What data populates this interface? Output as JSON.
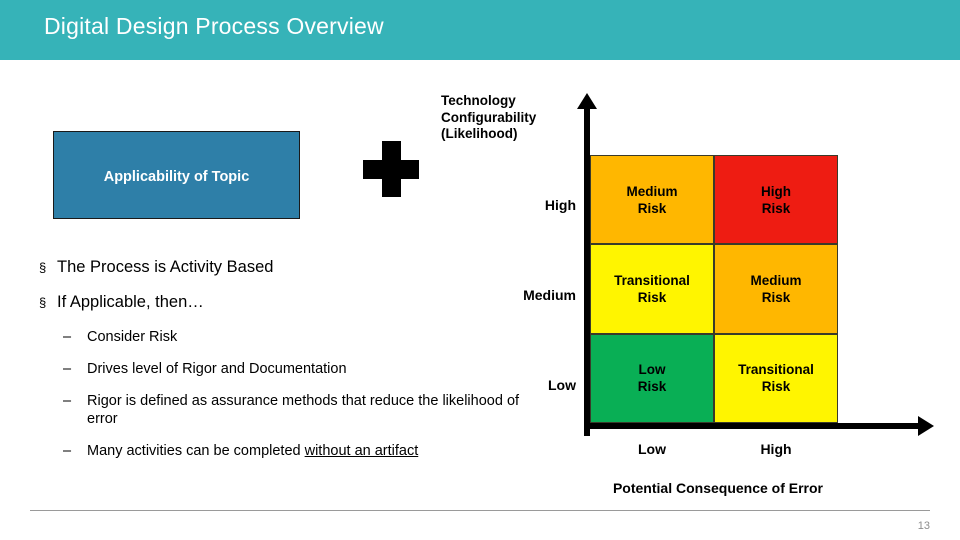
{
  "header": {
    "title": "Digital Design Process Overview",
    "background_color": "#36b3b8",
    "title_color": "#ffffff"
  },
  "left_panel": {
    "callout_box": {
      "label": "Applicability of Topic",
      "fill_color": "#2e7fa8",
      "border_color": "#1a1a1a",
      "text_color": "#ffffff"
    },
    "plus_icon_name": "plus-icon",
    "bullets": [
      {
        "level": 1,
        "marker": "§",
        "text": "The Process is Activity Based"
      },
      {
        "level": 1,
        "marker": "§",
        "text": "If Applicable, then…"
      },
      {
        "level": 2,
        "marker": "–",
        "text": "Consider Risk"
      },
      {
        "level": 2,
        "marker": "–",
        "text": "Drives level of Rigor and Documentation"
      },
      {
        "level": 2,
        "marker": "–",
        "text": "Rigor is defined as assurance methods that reduce the likelihood of error"
      },
      {
        "level": 2,
        "marker": "–",
        "text_before": "Many activities can be completed ",
        "text_underlined": "without an artifact"
      }
    ]
  },
  "chart_data": {
    "type": "heatmap",
    "title": "",
    "xlabel": "Potential Consequence of Error",
    "ylabel": "Technology Configurability (Likelihood)",
    "ylabel_lines": [
      "Technology",
      "Configurability",
      "(Likelihood)"
    ],
    "x_tick_labels": [
      "Low",
      "High"
    ],
    "y_tick_labels": [
      "High",
      "Medium",
      "Low"
    ],
    "grid": true,
    "legend": "none",
    "axis_color": "#000000",
    "cells": [
      {
        "row": "High",
        "col": "Low",
        "label_line1": "Medium",
        "label_line2": "Risk",
        "color": "#ffb700",
        "severity": 3
      },
      {
        "row": "High",
        "col": "High",
        "label_line1": "High",
        "label_line2": "Risk",
        "color": "#ee1c12",
        "severity": 4
      },
      {
        "row": "Medium",
        "col": "Low",
        "label_line1": "Transitional",
        "label_line2": "Risk",
        "color": "#fff500",
        "severity": 2
      },
      {
        "row": "Medium",
        "col": "High",
        "label_line1": "Medium",
        "label_line2": "Risk",
        "color": "#ffb700",
        "severity": 3
      },
      {
        "row": "Low",
        "col": "Low",
        "label_line1": "Low",
        "label_line2": "Risk",
        "color": "#09af55",
        "severity": 1
      },
      {
        "row": "Low",
        "col": "High",
        "label_line1": "Transitional",
        "label_line2": "Risk",
        "color": "#fff500",
        "severity": 2
      }
    ]
  },
  "footer": {
    "page_number": "13"
  }
}
